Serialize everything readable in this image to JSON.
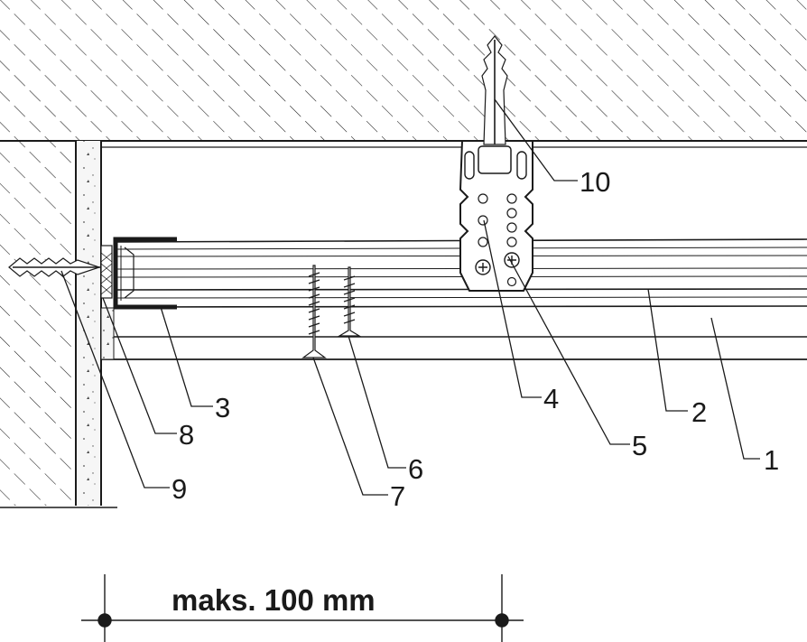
{
  "diagram": {
    "callouts": [
      {
        "id": "1",
        "label": "1"
      },
      {
        "id": "2",
        "label": "2"
      },
      {
        "id": "3",
        "label": "3"
      },
      {
        "id": "4",
        "label": "4"
      },
      {
        "id": "5",
        "label": "5"
      },
      {
        "id": "6",
        "label": "6"
      },
      {
        "id": "7",
        "label": "7"
      },
      {
        "id": "8",
        "label": "8"
      },
      {
        "id": "9",
        "label": "9"
      },
      {
        "id": "10",
        "label": "10"
      }
    ],
    "dimension": {
      "label": "maks. 100 mm"
    }
  },
  "colors": {
    "line": "#1a1a1a",
    "background": "#ffffff",
    "accent": "#1a1a1a"
  }
}
